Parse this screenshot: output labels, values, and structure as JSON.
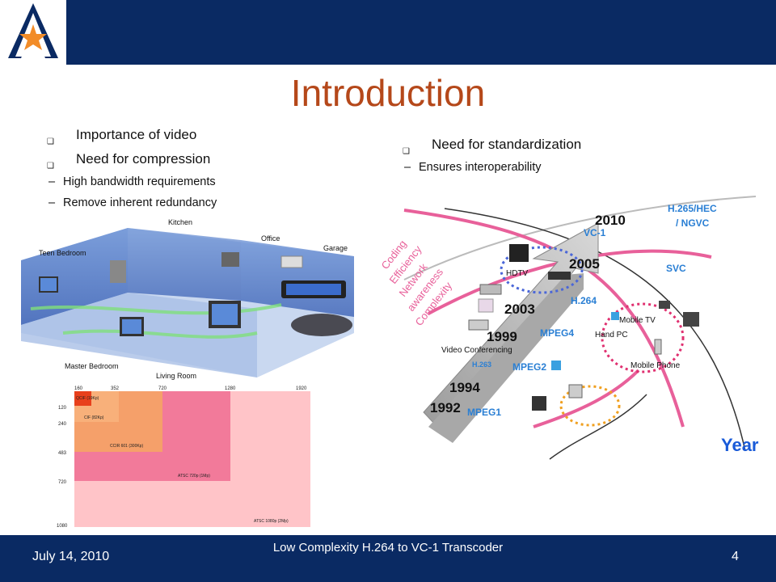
{
  "slide": {
    "title": "Introduction",
    "left_bullets": [
      {
        "text": "Importance of video"
      },
      {
        "text": "Need for compression",
        "subs": [
          "High bandwidth requirements",
          "Remove inherent redundancy"
        ]
      }
    ],
    "right_bullets": [
      {
        "text": "Need for standardization",
        "subs": [
          "Ensures interoperability"
        ]
      }
    ]
  },
  "home_diagram": {
    "rooms": [
      "Kitchen",
      "Office",
      "Garage",
      "Teen Bedroom",
      "Master Bedroom",
      "Living Room"
    ]
  },
  "resolution_chart": {
    "top_ticks": [
      "160",
      "352",
      "720",
      "1280",
      "1920"
    ],
    "left_ticks": [
      "120",
      "240",
      "483",
      "720",
      "1080"
    ],
    "formats": [
      "QCIF (19Kp)",
      "CIF (82Kp)",
      "CCIR 601 (300Kp)",
      "ATSC 720p (1Mp)",
      "ATSC 1080p (2Mp)"
    ]
  },
  "timeline": {
    "years": [
      "1992",
      "1994",
      "1999",
      "2003",
      "2005",
      "2010"
    ],
    "codecs": [
      "MPEG1",
      "MPEG2",
      "H.263",
      "MPEG4",
      "H.264",
      "VC-1",
      "SVC",
      "H.265/HEC / NGVC"
    ],
    "h265": [
      "H.265/HEC",
      "/ NGVC"
    ],
    "devices": [
      "Video Conferencing",
      "HDTV",
      "Mobile TV",
      "Hand PC",
      "Mobile Phone"
    ],
    "arrow_labels": [
      "Coding",
      "Efficiency",
      "Network",
      "awareness",
      "Complexity"
    ],
    "axis_label": "Year"
  },
  "footer": {
    "date": "July 14, 2010",
    "title": "Low Complexity H.264 to VC-1 Transcoder",
    "page": "4"
  },
  "colors": {
    "header_bg": "#0a2a63",
    "title": "#b5481a",
    "codec_blue": "#2a7fd4",
    "pink_curve": "#e8609a",
    "year_blue": "#1a5bd8"
  }
}
